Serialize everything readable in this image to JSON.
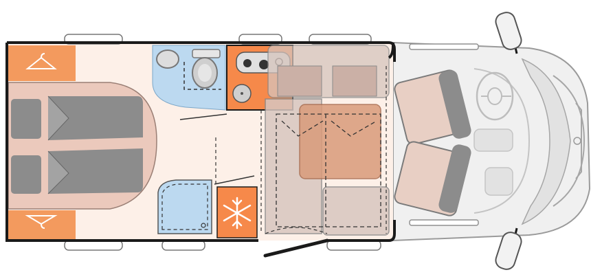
{
  "diagram": {
    "type": "motorhome-floorplan",
    "orientation": "cab-right",
    "colors": {
      "wall": "#1a1a1a",
      "floor": "#fdf0e8",
      "accent_orange": "#f39a5e",
      "storage_orange": "#f6894a",
      "bed": "#e8c9bd",
      "mattress": "#8c8c8c",
      "water": "#bcd9f0",
      "seat": "#e3c4b6",
      "seat_frame": "#9a9a9a",
      "table": "#d99b7a",
      "cab": "#f0f0f0",
      "window": "#ffffff"
    },
    "zones": [
      {
        "name": "rear-bedroom",
        "icon": "double-bed-icon"
      },
      {
        "name": "rear-wardrobes",
        "icon": "clothes-hanger-icon"
      },
      {
        "name": "washroom",
        "icon": "toilet-icon"
      },
      {
        "name": "shower",
        "icon": "shower-icon"
      },
      {
        "name": "kitchen",
        "icon": "sink-hob-icon"
      },
      {
        "name": "fridge",
        "icon": "snowflake-icon"
      },
      {
        "name": "dinette",
        "icon": "table-icon"
      },
      {
        "name": "cab",
        "icon": "steering-wheel-icon"
      }
    ]
  }
}
